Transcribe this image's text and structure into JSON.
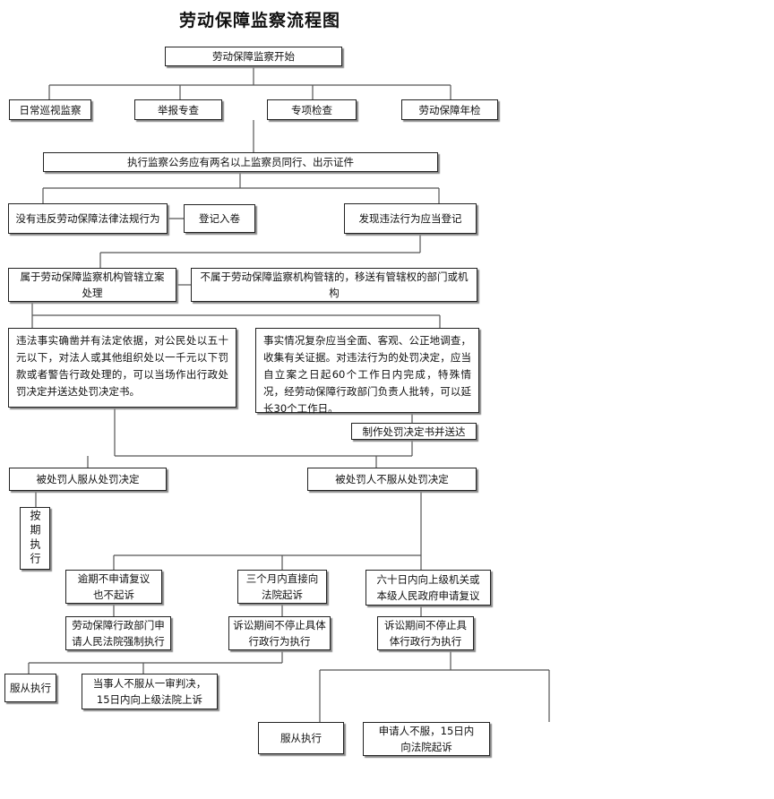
{
  "title": "劳动保障监察流程图",
  "nodes": {
    "start": "劳动保障监察开始",
    "daily": "日常巡视监察",
    "report": "举报专查",
    "special": "专项检查",
    "annual": "劳动保障年检",
    "execute": "执行监察公务应有两名以上监察员同行、出示证件",
    "no_violation": "没有违反劳动保障法律法规行为",
    "register": "登记入卷",
    "found_violation": "发现违法行为应当登记",
    "belongs_l1": "属于劳动保障监察机构管辖立案",
    "belongs_l2": "处理",
    "not_belongs": "不属于劳动保障监察机构管辖的，移送有管辖权的部门或机构",
    "simple_case": "违法事实确凿并有法定依据，对公民处以五十元以下，对法人或其他组织处以一千元以下罚款或者警告行政处理的，可以当场作出行政处罚决定并送达处罚决定书。",
    "complex_case": "事实情况复杂应当全面、客观、公正地调查，收集有关证据。对违法行为的处罚决定，应当自立案之日起60个工作日内完成，特殊情况，经劳动保障行政部门负责人批转，可以延长30个工作日。",
    "make_decision": "制作处罚决定书并送达",
    "accept": "被处罚人服从处罚决定",
    "reject": "被处罚人不服从处罚决定",
    "on_schedule": "按期执行",
    "overdue_l1": "逾期不申请复议",
    "overdue_l2": "也不起诉",
    "three_months_l1": "三个月内直接向",
    "three_months_l2": "法院起诉",
    "sixty_days_l1": "六十日内向上级机关或",
    "sixty_days_l2": "本级人民政府申请复议",
    "enforce_l1": "劳动保障行政部门申",
    "enforce_l2": "请人民法院强制执行",
    "litigation1_l1": "诉讼期间不停止具体",
    "litigation1_l2": "行政行为执行",
    "litigation2_l1": "诉讼期间不停止具",
    "litigation2_l2": "体行政行为执行",
    "comply1": "服从执行",
    "appeal_l1": "当事人不服从一审判决，",
    "appeal_l2": "15日内向上级法院上诉",
    "comply2": "服从执行",
    "applicant_l1": "申请人不服，15日内",
    "applicant_l2": "向法院起诉"
  }
}
